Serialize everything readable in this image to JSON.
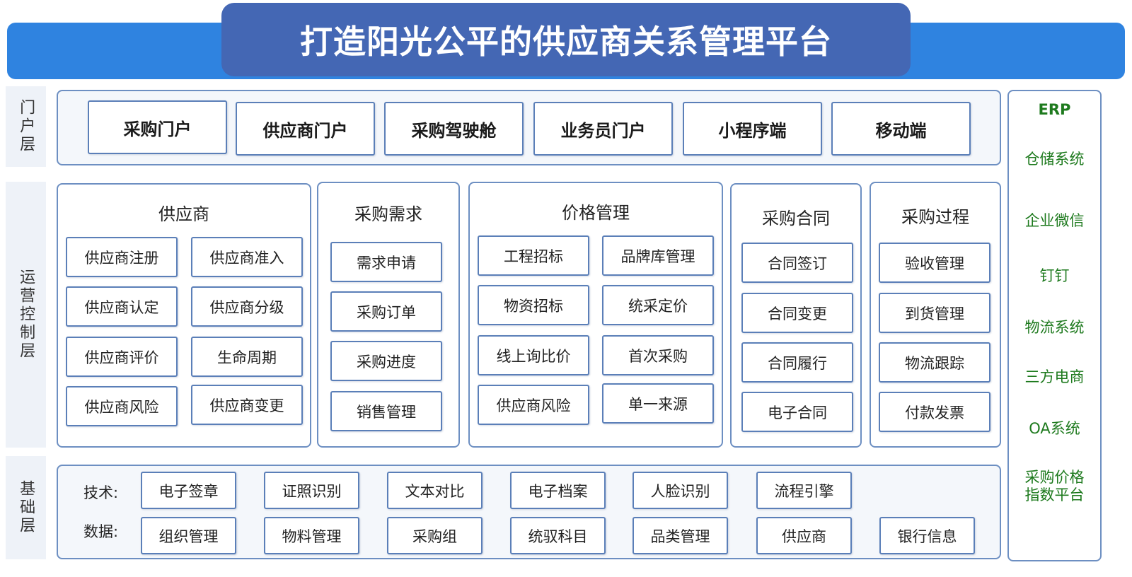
{
  "title": "打造阳光公平的供应商关系管理平台",
  "layers": {
    "portal": "门户层",
    "operations": "运营控制层",
    "foundation": "基础层"
  },
  "portal_items": [
    "采购门户",
    "供应商门户",
    "采购驾驶舱",
    "业务员门户",
    "小程序端",
    "移动端"
  ],
  "groups": {
    "supplier": {
      "title": "供应商",
      "items": [
        "供应商注册",
        "供应商准入",
        "供应商认定",
        "供应商分级",
        "供应商评价",
        "生命周期",
        "供应商风险",
        "供应商变更"
      ]
    },
    "demand": {
      "title": "采购需求",
      "items": [
        "需求申请",
        "采购订单",
        "采购进度",
        "销售管理"
      ]
    },
    "price": {
      "title": "价格管理",
      "items": [
        "工程招标",
        "品牌库管理",
        "物资招标",
        "统采定价",
        "线上询比价",
        "首次采购",
        "供应商风险",
        "单一来源"
      ]
    },
    "contract": {
      "title": "采购合同",
      "items": [
        "合同签订",
        "合同变更",
        "合同履行",
        "电子合同"
      ]
    },
    "process": {
      "title": "采购过程",
      "items": [
        "验收管理",
        "到货管理",
        "物流跟踪",
        "付款发票"
      ]
    }
  },
  "foundation": {
    "tech_label": "技术:",
    "tech_items": [
      "电子签章",
      "证照识别",
      "文本对比",
      "电子档案",
      "人脸识别",
      "流程引擎"
    ],
    "data_label": "数据:",
    "data_items": [
      "组织管理",
      "物料管理",
      "采购组",
      "统驭科目",
      "品类管理",
      "供应商",
      "银行信息"
    ]
  },
  "integrations": [
    "ERP",
    "仓储系统",
    "企业微信",
    "钉钉",
    "物流系统",
    "三方电商",
    "OA系统",
    "采购价格\n指数平台"
  ],
  "colors": {
    "title_bar": "#2f83e0",
    "title_box": "#4467b4",
    "border": "#5b7fb8",
    "integration_text": "#1e7a1e"
  }
}
